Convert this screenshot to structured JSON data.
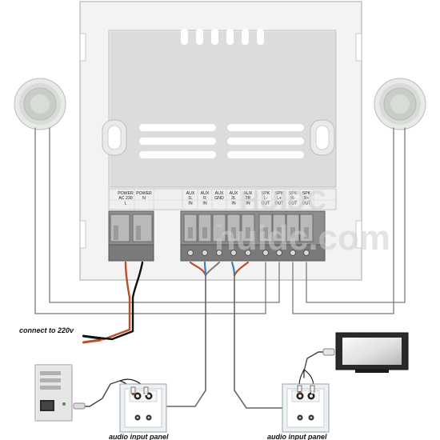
{
  "terminals": {
    "power_ac": [
      "POWER",
      "AC 230",
      "L"
    ],
    "power_n": [
      "POWER",
      "N"
    ],
    "aux1_l": [
      "AUX",
      "1L",
      "IN"
    ],
    "aux1_r": [
      "AUX",
      "R",
      "IN"
    ],
    "aux_gnd": [
      "AUX",
      "GND"
    ],
    "aux2_l": [
      "AUX",
      "2L",
      "IN"
    ],
    "aux2_r": [
      "AUX",
      "2R",
      "IN"
    ],
    "spk_l_minus": [
      "SPK",
      "L-",
      "OUT"
    ],
    "spk_l_plus": [
      "SPK",
      "L+",
      "OUT"
    ],
    "spk_r_minus": [
      "SPK",
      "R-",
      "OUT"
    ],
    "spk_r_plus": [
      "SPK",
      "R+",
      "OUT"
    ]
  },
  "captions": {
    "connect_power": "connect to 220v",
    "audio_panel_left": "audio input panel",
    "audio_panel_right": "audio input panel"
  },
  "watermark": {
    "line1": "HUIDC",
    "line2": "huidc.com"
  },
  "colors": {
    "wire_brown": "#b5522a",
    "wire_blue": "#3a7fc4",
    "wire_gray": "#7a7a7a",
    "wire_black": "#111111",
    "panel": "#f2f2f2"
  }
}
